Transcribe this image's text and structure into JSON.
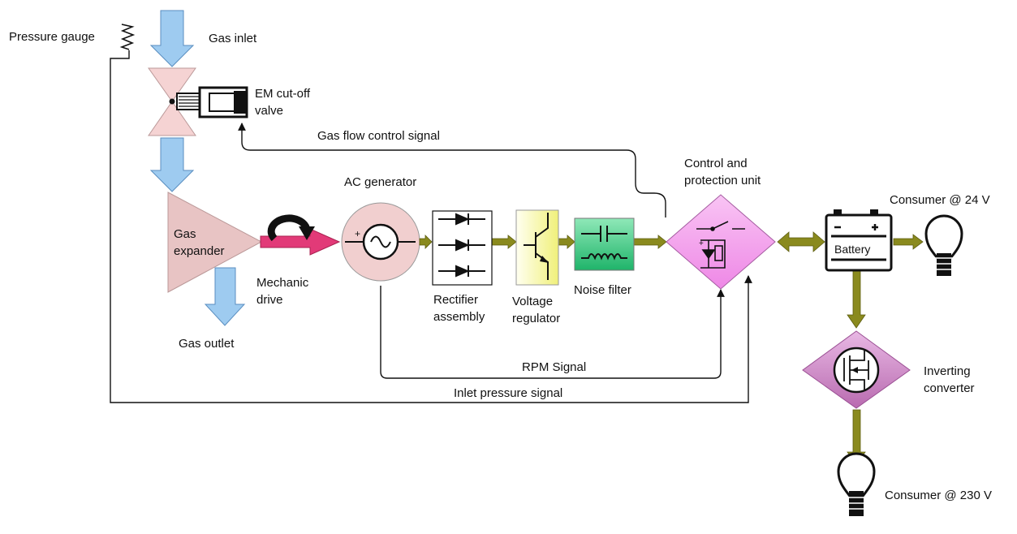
{
  "labels": {
    "pressure_gauge": "Pressure gauge",
    "gas_inlet": "Gas inlet",
    "em_valve": "EM cut-off\nvalve",
    "gas_flow_signal": "Gas flow control signal",
    "ac_generator": "AC generator",
    "control_unit": "Control and\nprotection unit",
    "consumer_24": "Consumer @ 24 V",
    "gas_expander": "Gas\nexpander",
    "battery": "Battery",
    "mechanic_drive": "Mechanic\ndrive",
    "rectifier": "Rectifier\nassembly",
    "voltage_regulator": "Voltage\nregulator",
    "noise_filter": "Noise filter",
    "gas_outlet": "Gas outlet",
    "rpm_signal": "RPM Signal",
    "inverting_converter": "Inverting\nconverter",
    "inlet_pressure_signal": "Inlet pressure signal",
    "consumer_230": "Consumer @ 230 V"
  },
  "colors": {
    "gas_flow": "#9ecbf0",
    "valve": "#f5d3d3",
    "expander": "#e8c4c4",
    "generator": "#f1cfcf",
    "mechanic_arrow": "#e23a78",
    "power_flow": "#8a8a1e",
    "regulator": "#f3f38a",
    "noise_filter": "#5ed69a",
    "control_unit": "#f6a8f0",
    "converter": "#d089c8",
    "signal_line": "#111111"
  }
}
